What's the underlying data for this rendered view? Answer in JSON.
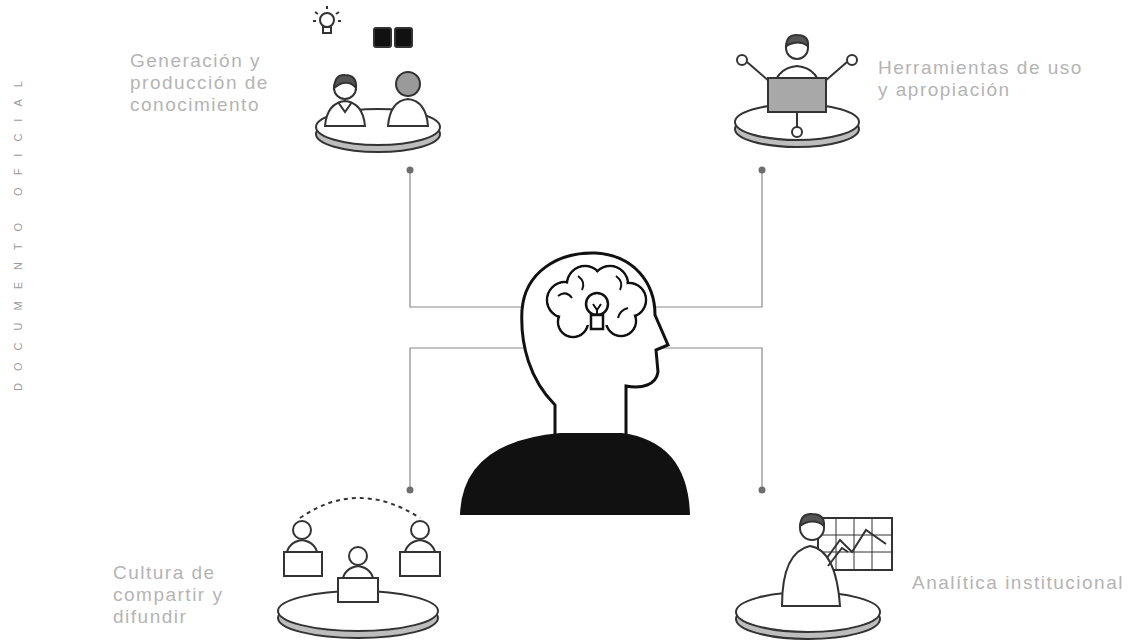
{
  "diagram": {
    "nodes": [
      {
        "text": [
          "Generación y producción de conocimiento"
        ]
      },
      {
        "text": [
          "Herramientas de uso y apropiación"
        ]
      },
      {
        "text": [
          "Cultura de compartir y difundir"
        ]
      },
      {
        "text": [
          "Analítica institucional"
        ]
      }
    ],
    "edges": [
      {
        "from": 0,
        "to": 1,
        "arrow": "none"
      },
      {
        "from": 2,
        "to": 3,
        "arrow": "none"
      }
    ],
    "labels": [
      "DOCUMENTO OFICIAL"
    ]
  }
}
